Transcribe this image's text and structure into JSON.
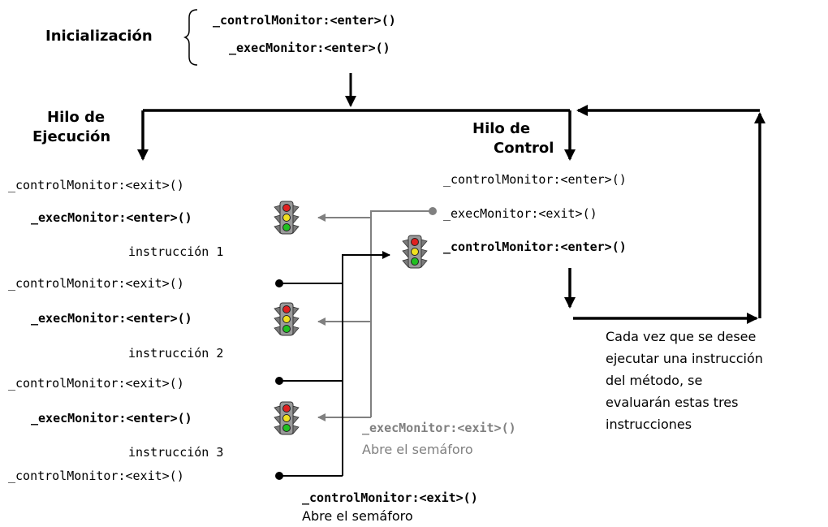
{
  "init": {
    "label": "Inicialización",
    "line1": "_controlMonitor:<enter>()",
    "line2": "_execMonitor:<enter>()"
  },
  "exec_thread": {
    "title1": "Hilo de",
    "title2": "Ejecución",
    "rows": [
      "_controlMonitor:<exit>()",
      "_execMonitor:<enter>()",
      "instrucción 1",
      "_controlMonitor:<exit>()",
      "_execMonitor:<enter>()",
      "instrucción 2",
      "_controlMonitor:<exit>()",
      "_execMonitor:<enter>()",
      "instrucción 3",
      "_controlMonitor:<exit>()"
    ]
  },
  "control_thread": {
    "title1": "Hilo de",
    "title2": "Control",
    "rows": [
      "_controlMonitor:<enter>()",
      "_execMonitor:<exit>()",
      "_controlMonitor:<enter>()"
    ]
  },
  "notes": {
    "loop_note": [
      "Cada vez que se desee",
      "ejecutar una instrucción",
      "del método, se",
      "evaluarán estas tres",
      "instrucciones"
    ],
    "exec_exit_code": "_execMonitor:<exit>()",
    "exec_exit_text": "Abre el semáforo",
    "control_exit_code": "_controlMonitor:<exit>()",
    "control_exit_text": "Abre el semáforo"
  },
  "colors": {
    "primary": "#000000",
    "secondary": "#808080",
    "light_red": "#e02020",
    "light_yellow": "#f0e020",
    "light_green": "#20c020"
  }
}
